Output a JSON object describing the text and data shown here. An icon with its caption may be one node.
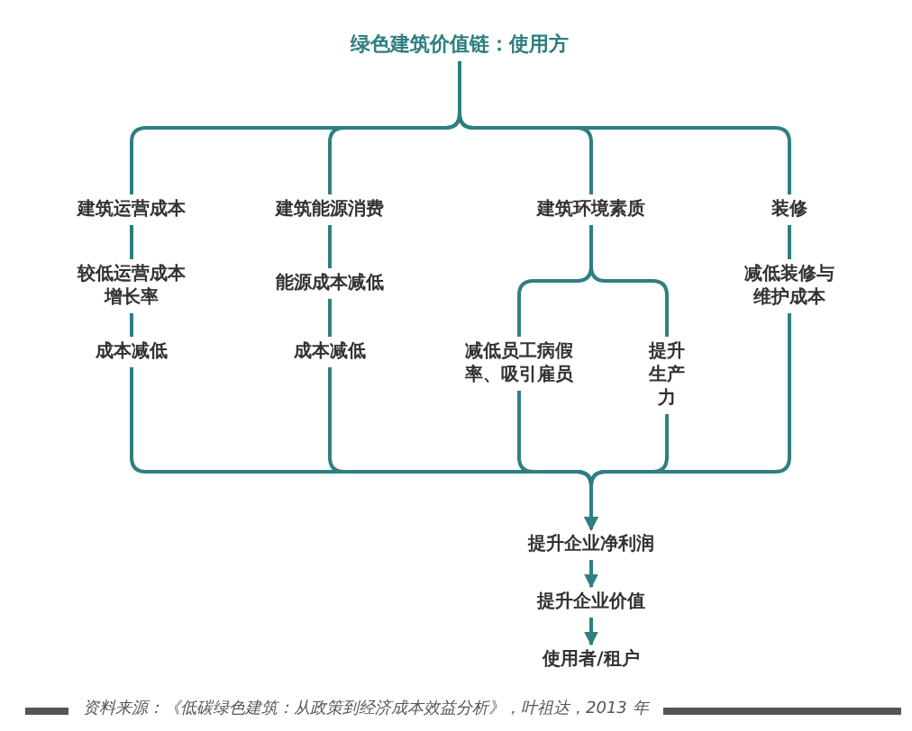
{
  "diagram": {
    "nodes": [
      {
        "text": [
          "绿色建筑价值链：使用方"
        ]
      },
      {
        "text": [
          "建筑运营成本"
        ]
      },
      {
        "text": [
          "建筑能源消费"
        ]
      },
      {
        "text": [
          "建筑环境素质"
        ]
      },
      {
        "text": [
          "装修"
        ]
      },
      {
        "text": [
          "较低运营成本增长率"
        ]
      },
      {
        "text": [
          "能源成本减低"
        ]
      },
      {
        "text": [
          "减低装修与维护成本"
        ]
      },
      {
        "text": [
          "成本减低"
        ]
      },
      {
        "text": [
          "成本减低"
        ]
      },
      {
        "text": [
          "减低员工病假率、吸引雇员"
        ]
      },
      {
        "text": [
          "提升生产力"
        ]
      },
      {
        "text": [
          "提升企业净利润"
        ]
      },
      {
        "text": [
          "提升企业价值"
        ]
      },
      {
        "text": [
          "使用者/租户"
        ]
      }
    ],
    "edges": [
      {
        "from": 0,
        "to": 1,
        "arrow": "none"
      },
      {
        "from": 0,
        "to": 2,
        "arrow": "none"
      },
      {
        "from": 0,
        "to": 3,
        "arrow": "none"
      },
      {
        "from": 0,
        "to": 4,
        "arrow": "none"
      },
      {
        "from": 1,
        "to": 5,
        "arrow": "none"
      },
      {
        "from": 2,
        "to": 6,
        "arrow": "none"
      },
      {
        "from": 4,
        "to": 7,
        "arrow": "none"
      },
      {
        "from": 5,
        "to": 8,
        "arrow": "none"
      },
      {
        "from": 6,
        "to": 9,
        "arrow": "none"
      },
      {
        "from": 3,
        "to": 10,
        "arrow": "none"
      },
      {
        "from": 3,
        "to": 11,
        "arrow": "none"
      },
      {
        "from": 8,
        "to": 12,
        "arrow": "to"
      },
      {
        "from": 9,
        "to": 12,
        "arrow": "to"
      },
      {
        "from": 10,
        "to": 12,
        "arrow": "to"
      },
      {
        "from": 11,
        "to": 12,
        "arrow": "to"
      },
      {
        "from": 7,
        "to": 12,
        "arrow": "to"
      },
      {
        "from": 12,
        "to": 13,
        "arrow": "to"
      },
      {
        "from": 13,
        "to": 14,
        "arrow": "to"
      }
    ],
    "caption": "资料来源：《低碳绿色建筑：从政策到经济成本效益分析》，叶祖达，2013 年"
  }
}
